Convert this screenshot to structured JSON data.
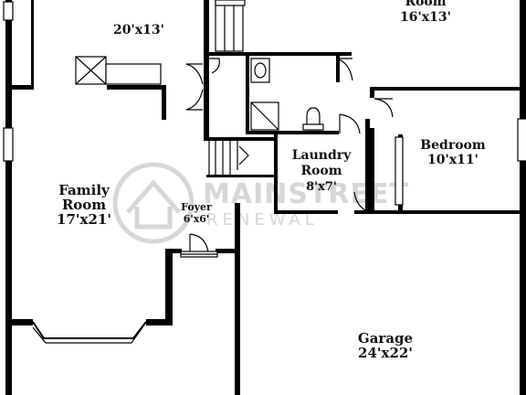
{
  "rooms": {
    "top_left": {
      "dims": "20'x13'"
    },
    "top_right": {
      "name_partial": "Room",
      "dims": "16'x13'"
    },
    "family": {
      "name_line1": "Family",
      "name_line2": "Room",
      "dims": "17'x21'"
    },
    "foyer": {
      "name": "Foyer",
      "dims": "6'x6'"
    },
    "laundry": {
      "name_line1": "Laundry",
      "name_line2": "Room",
      "dims": "8'x7'"
    },
    "bedroom": {
      "name": "Bedroom",
      "dims": "10'x11'"
    },
    "garage": {
      "name": "Garage",
      "dims": "24'x22'"
    }
  },
  "watermark": {
    "line1": "MAINSTREET",
    "line2": "RENEWAL"
  },
  "colors": {
    "wall": "#000000",
    "text": "#111111",
    "watermark": "#d6d6d6",
    "background": "#ffffff"
  }
}
